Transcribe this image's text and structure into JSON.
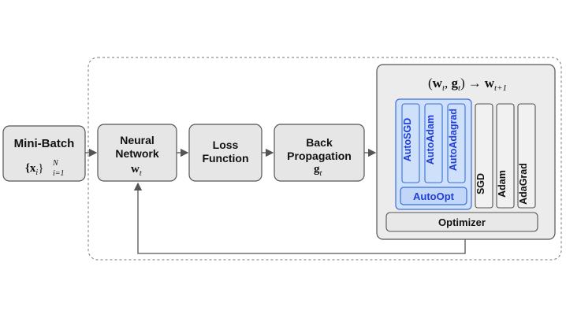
{
  "diagram": {
    "mini_batch": {
      "label": "Mini-Batch",
      "formula_main": "{x",
      "formula_sub": "i",
      "formula_close": "}",
      "formula_sup": "N",
      "formula_range": "i=1"
    },
    "neural_network": {
      "line1": "Neural",
      "line2": "Network",
      "var": "w",
      "var_sub": "t"
    },
    "loss_function": {
      "line1": "Loss",
      "line2": "Function"
    },
    "back_propagation": {
      "line1": "Back",
      "line2": "Propagation",
      "var": "g",
      "var_sub": "t"
    },
    "update_rule": {
      "open": "(",
      "w": "w",
      "w_sub": "t",
      "comma": ", ",
      "g": "g",
      "g_sub": "t",
      "close": ")",
      "arrow": "→",
      "w_next": "w",
      "w_next_sub": "t+1"
    },
    "auto_optimizers": [
      "AutoSGD",
      "AutoAdam",
      "AutoAdagrad"
    ],
    "auto_opt_label": "AutoOpt",
    "base_optimizers": [
      "SGD",
      "Adam",
      "AdaGrad"
    ],
    "optimizer_label": "Optimizer"
  },
  "colors": {
    "box_fill": "#e6e6e6",
    "box_stroke": "#555555",
    "panel_fill": "#ececec",
    "auto_fill": "#cfe0fb",
    "auto_stroke": "#3a6fd8",
    "auto_text": "#1f3fd6",
    "arrow": "#555555"
  }
}
